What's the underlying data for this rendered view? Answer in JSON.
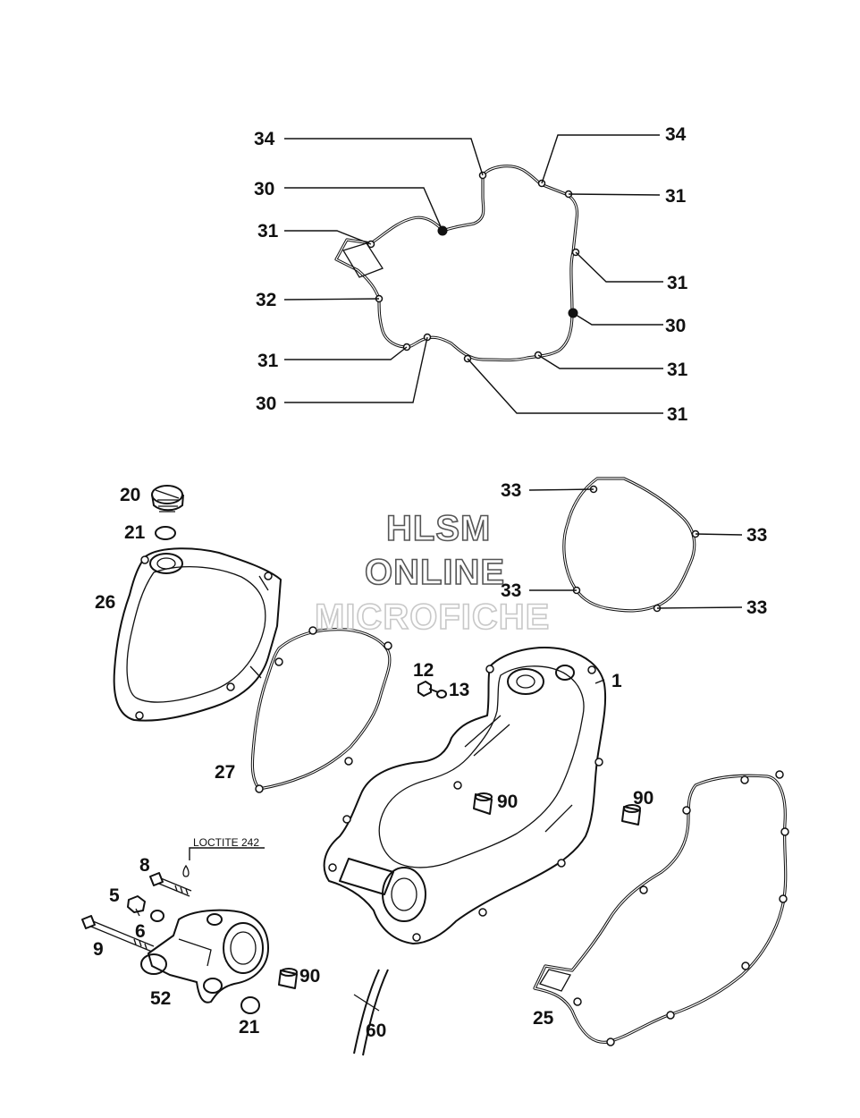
{
  "watermark": {
    "line1": "HLSM",
    "line2": "ONLINE",
    "line3": "MICROFICHE"
  },
  "note": "LOCTITE 242",
  "labels": {
    "top_34_left": "34",
    "top_34_right": "34",
    "top_30_left": "30",
    "top_31_right_a": "31",
    "top_31_left_a": "31",
    "top_32": "32",
    "top_31_right_b": "31",
    "top_30_right": "30",
    "top_31_left_b": "31",
    "top_31_right_c": "31",
    "top_30_left_b": "30",
    "top_31_right_d": "31",
    "p20": "20",
    "p21a": "21",
    "p26": "26",
    "p27": "27",
    "p33a": "33",
    "p33b": "33",
    "p33c": "33",
    "p33d": "33",
    "p12": "12",
    "p13": "13",
    "p1": "1",
    "p90a": "90",
    "p90b": "90",
    "p90c": "90",
    "p8": "8",
    "p5": "5",
    "p6": "6",
    "p9": "9",
    "p52": "52",
    "p21b": "21",
    "p60": "60",
    "p25": "25"
  }
}
